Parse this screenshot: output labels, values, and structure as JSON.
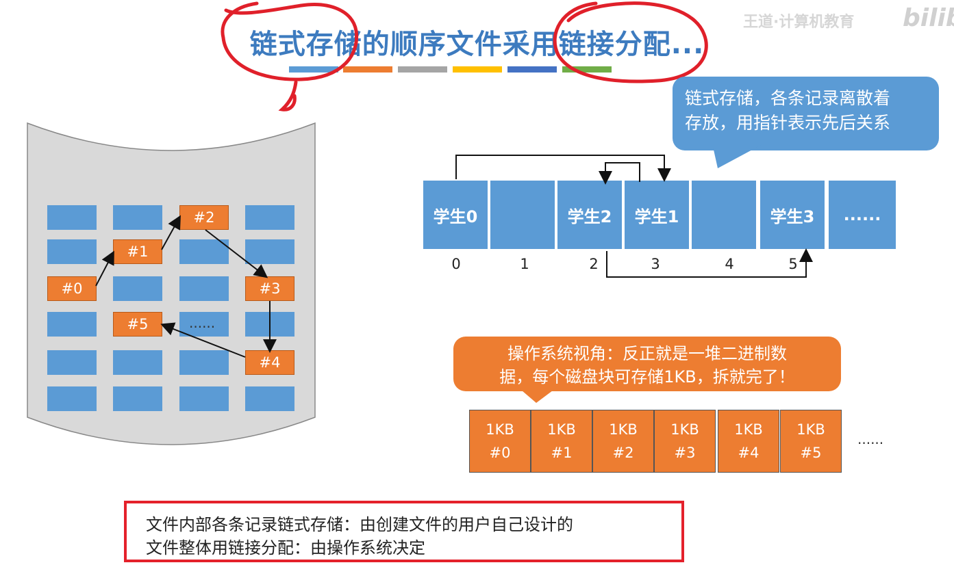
{
  "title": "链式存储的顺序文件采用链接分配...",
  "watermark": "王道·计算机教育",
  "watermark_logo": "bilibili",
  "title_bar_colors": [
    "#5b9bd5",
    "#ed7d31",
    "#a5a5a5",
    "#ffc000",
    "#4472c4",
    "#70ad47"
  ],
  "disk": {
    "blocks": [
      "#0",
      "#1",
      "#2",
      "#3",
      "#4",
      "#5"
    ],
    "ellipsis": "......"
  },
  "records": {
    "cells": [
      "学生0",
      "",
      "学生2",
      "学生1",
      "",
      "学生3",
      "......"
    ],
    "indices": [
      "0",
      "1",
      "2",
      "3",
      "4",
      "5"
    ]
  },
  "callout_blue": {
    "line1": "链式存储，各条记录离散着",
    "line2": "存放，用指针表示先后关系"
  },
  "callout_orange": {
    "line1": "操作系统视角：反正就是一堆二进制数",
    "line2": "据，每个磁盘块可存储1KB，拆就完了！"
  },
  "kb_blocks": [
    {
      "size": "1KB",
      "id": "#0"
    },
    {
      "size": "1KB",
      "id": "#1"
    },
    {
      "size": "1KB",
      "id": "#2"
    },
    {
      "size": "1KB",
      "id": "#3"
    },
    {
      "size": "1KB",
      "id": "#4"
    },
    {
      "size": "1KB",
      "id": "#5"
    }
  ],
  "kb_ellipsis": "......",
  "note": {
    "line1": "文件内部各条记录链式存储：由创建文件的用户自己设计的",
    "line2": "文件整体用链接分配：由操作系统决定"
  },
  "colors": {
    "blue": "#5b9bd5",
    "orange": "#ed7d31",
    "red_box": "#e4212b",
    "annotation_red": "#e0202a"
  }
}
